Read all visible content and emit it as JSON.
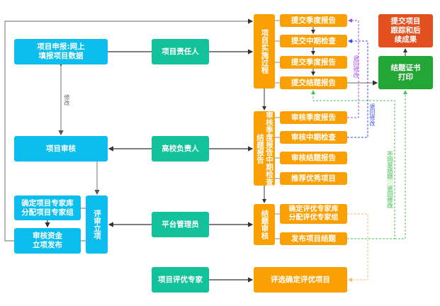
{
  "diagram": {
    "roles": {
      "project_leader": "项目责任人",
      "university_leader": "高校负责人",
      "platform_admin": "平台管理员",
      "evaluation_expert": "项目评优专家"
    },
    "blue_boxes": {
      "declare": "项目申报:网上\n填报项目数据",
      "review": "项目审核",
      "expert_lib": "确定项目专家库\n分配项目专家组",
      "fund": "审核资金\n立项发布",
      "approve": "评审立项"
    },
    "orange_boxes": {
      "implementation": "项目实施过程",
      "submit_items": [
        "提交季度报告",
        "提交中期检查",
        "提交季度报告",
        "提交结题报告"
      ],
      "audit": "审核季度报告中期检查结题报告",
      "audit_items": [
        "审核季度报告",
        "审核中期检查",
        "审核结题报告",
        "推荐优秀项目"
      ],
      "final_review": "结题审核",
      "final_items": [
        "确定评优专家库\n分配评优专家组",
        "发布项目结题"
      ],
      "select_excellent": "评选确定评优项目"
    },
    "green_box": "结题证书\n打印",
    "red_box": "提交项目\n跟踪和后\n续成果",
    "edge_labels": {
      "modify": "修改",
      "return_modify_purple": "退回修改",
      "return_modify_blue": "退回修改",
      "disagree_return": "不同意结题 退回修改"
    },
    "colors": {
      "blue": "#0cbeee",
      "teal": "#13c19a",
      "orange": "#fba004",
      "red": "#e2501f",
      "green": "#22a635",
      "purple_dash": "#a64df2",
      "blue_dash": "#3a4cf2",
      "green_dash": "#4cc25a",
      "orange_dash": "#f9b96a"
    }
  }
}
